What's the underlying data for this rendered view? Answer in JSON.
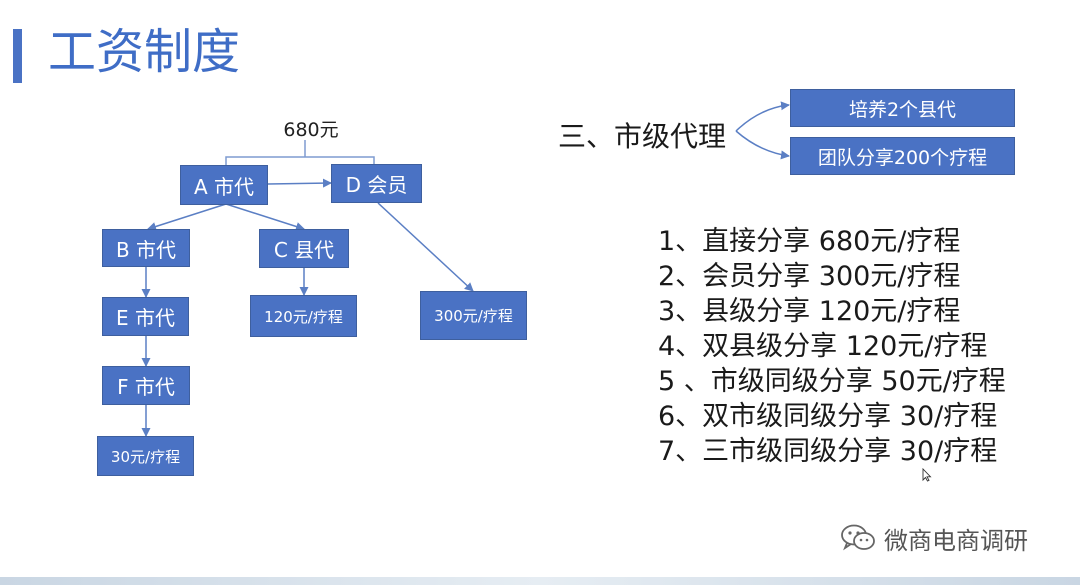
{
  "title": "工资制度",
  "diagram": {
    "amount_label": "680元",
    "nodes": {
      "a": "A 市代",
      "d": "D 会员",
      "b": "B 市代",
      "c": "C 县代",
      "e": "E 市代",
      "f": "F 市代",
      "c_reward": "120元/疗程",
      "d_reward": "300元/疗程",
      "f_reward": "30元/疗程"
    }
  },
  "city_agent": {
    "title": "三、市级代理",
    "branches": [
      "培养2个县代",
      "团队分享200个疗程"
    ]
  },
  "rules": [
    "1、直接分享 680元/疗程",
    "2、会员分享 300元/疗程",
    "3、县级分享 120元/疗程",
    "4、双县级分享 120元/疗程",
    "5 、市级同级分享 50元/疗程",
    "6、双市级同级分享 30/疗程",
    "7、三市级同级分享 30/疗程"
  ],
  "watermark": "微商电商调研",
  "colors": {
    "accent": "#4a72c4",
    "title": "#3f6dc6",
    "connector": "#5b7fc4"
  }
}
